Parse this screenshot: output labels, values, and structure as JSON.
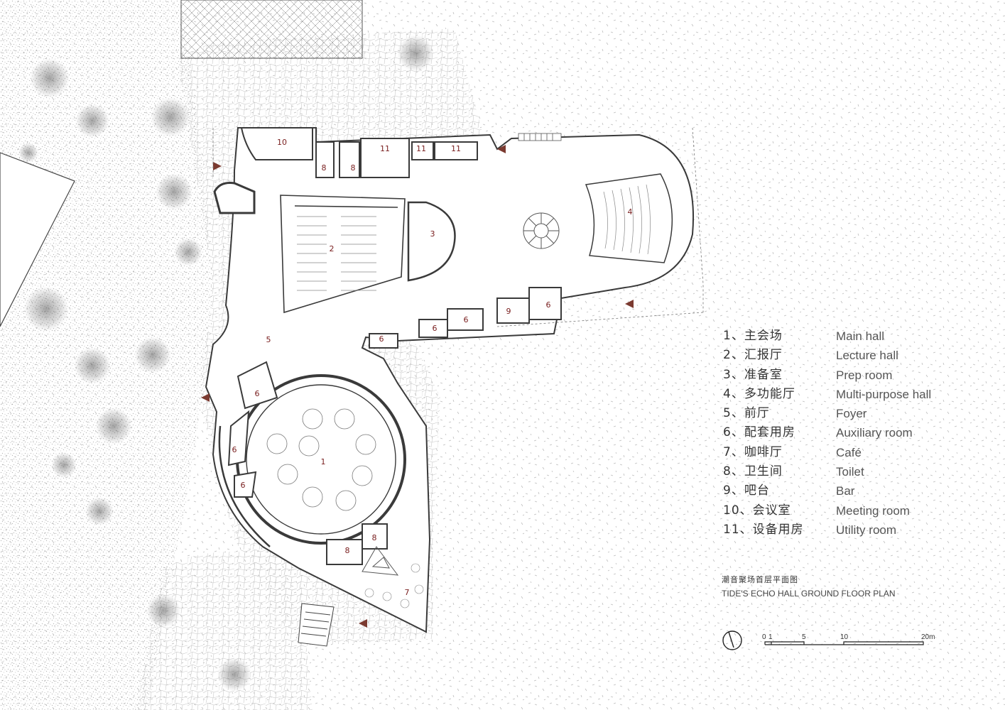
{
  "plan": {
    "title_zh": "潮音聚场首层平面图",
    "title_en": "TIDE'S ECHO HALL GROUND FLOOR PLAN"
  },
  "legend": [
    {
      "zh": "1、主会场",
      "en": "Main hall"
    },
    {
      "zh": "2、汇报厅",
      "en": "Lecture hall"
    },
    {
      "zh": "3、准备室",
      "en": "Prep room"
    },
    {
      "zh": "4、多功能厅",
      "en": "Multi-purpose hall"
    },
    {
      "zh": "5、前厅",
      "en": "Foyer"
    },
    {
      "zh": "6、配套用房",
      "en": "Auxiliary room"
    },
    {
      "zh": "7、咖啡厅",
      "en": "Café"
    },
    {
      "zh": "8、卫生间",
      "en": "Toilet"
    },
    {
      "zh": "9、吧台",
      "en": "Bar"
    },
    {
      "zh": "10、会议室",
      "en": "Meeting room"
    },
    {
      "zh": "11、设备用房",
      "en": "Utility room"
    }
  ],
  "rooms": {
    "main_hall": "1",
    "lecture_hall": "2",
    "prep_room": "3",
    "multipurpose_hall": "4",
    "foyer": "5",
    "auxiliary": "6",
    "cafe": "7",
    "toilet": "8",
    "bar": "9",
    "meeting": "10",
    "utility": "11"
  },
  "scale_bar": {
    "labels": [
      "0",
      "1",
      "5",
      "10",
      "20m"
    ]
  },
  "colors": {
    "walls": "#3a3a3a",
    "room_label": "#7a2020",
    "entrance_marker": "#7b3a30",
    "ground_texture": "#bdbdbd"
  },
  "icons": {
    "north": "north-arrow-icon",
    "entrance": "entrance-triangle-icon"
  }
}
